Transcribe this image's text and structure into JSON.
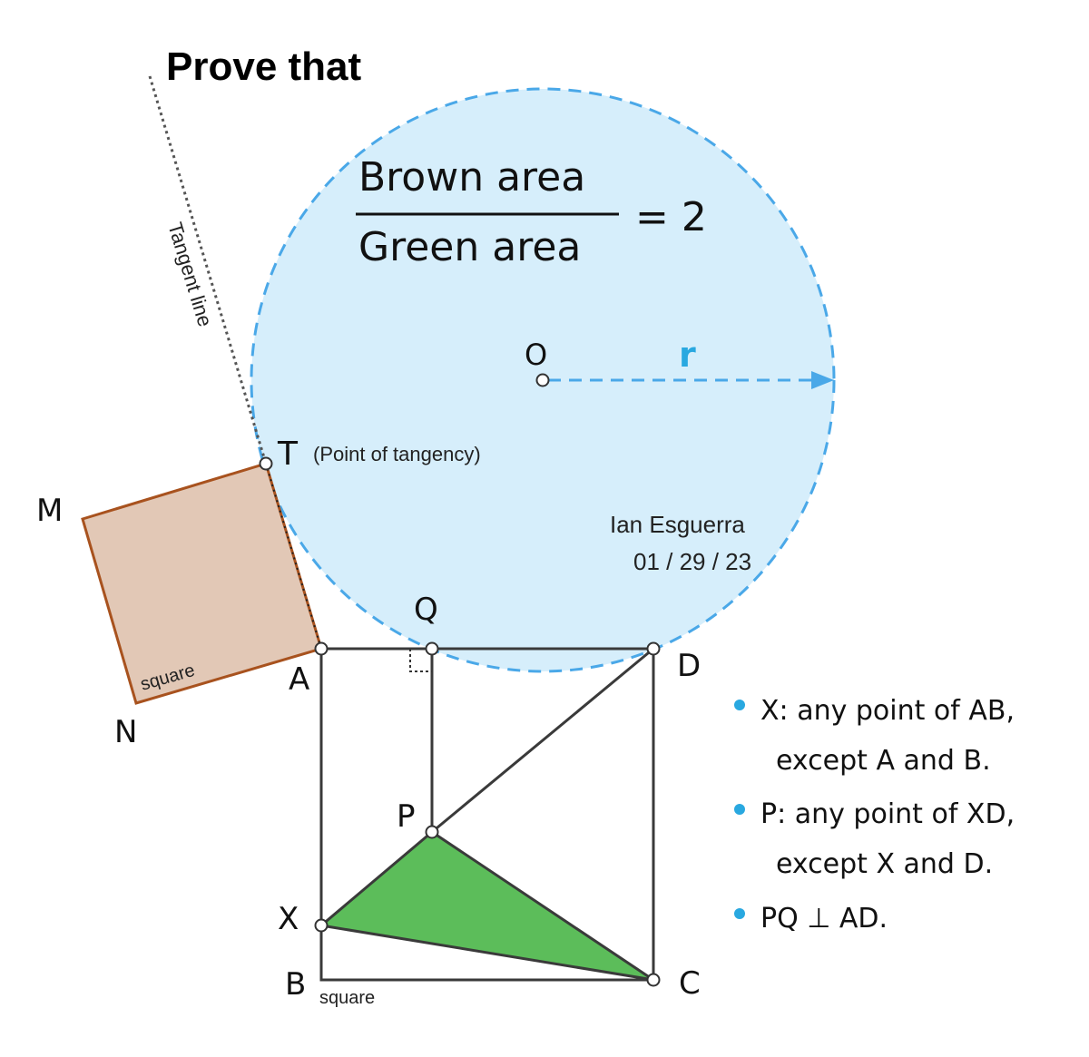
{
  "title": "Prove that",
  "fraction": {
    "numerator": "Brown area",
    "denominator": "Green area",
    "equals": "= 2"
  },
  "tangent_line_label": "Tangent line",
  "tangency_note": "(Point of tangency)",
  "radius_label": "r",
  "author": "Ian Esguerra",
  "date": "01 / 29 / 23",
  "square_label_left": "square",
  "square_label_bottom": "square",
  "points": {
    "O": "O",
    "T": "T",
    "M": "M",
    "N": "N",
    "A": "A",
    "Q": "Q",
    "D": "D",
    "P": "P",
    "X": "X",
    "B": "B",
    "C": "C"
  },
  "notes": [
    "X: any point of AB,",
    "except A and B.",
    "P: any point of XD,",
    "except X and D.",
    "PQ ⊥ AD."
  ],
  "colors": {
    "circle_fill": "#d6eefb",
    "circle_stroke": "#4aa8e8",
    "brown_fill": "#e2c8b6",
    "brown_stroke": "#a8521e",
    "green_fill": "#5cbd5a",
    "line": "#3a3a3a",
    "bullet": "#29a8e0"
  }
}
